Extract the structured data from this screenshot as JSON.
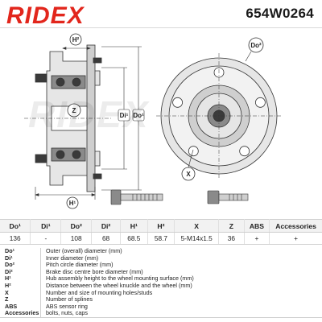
{
  "header": {
    "brand": "RIDEX",
    "part_number": "654W0264"
  },
  "drawing": {
    "labels": {
      "h2": "H²",
      "do1_side": "Do¹",
      "di1": "Di¹",
      "z": "Z",
      "h1": "H¹",
      "do2": "Do²",
      "x": "X"
    }
  },
  "table": {
    "headers": [
      "Do¹",
      "Di¹",
      "Do²",
      "Di²",
      "H¹",
      "H²",
      "X",
      "Z",
      "ABS",
      "Accessories"
    ],
    "values": [
      "136",
      "-",
      "108",
      "68",
      "68.5",
      "58.7",
      "5-M14x1.5",
      "36",
      "+",
      "+"
    ]
  },
  "legend": [
    {
      "key": "Do¹",
      "desc": "Outer (overall) diameter (mm)"
    },
    {
      "key": "Di¹",
      "desc": "Inner diameter (mm)"
    },
    {
      "key": "Do²",
      "desc": "Pitch circle diameter (mm)"
    },
    {
      "key": "Di²",
      "desc": "Brake disc centre bore diameter (mm)"
    },
    {
      "key": "H¹",
      "desc": "Hub assembly height to the wheel mounting surface (mm)"
    },
    {
      "key": "H²",
      "desc": "Distance between the wheel knuckle and the wheel (mm)"
    },
    {
      "key": "X",
      "desc": "Number and size of mounting holes/studs"
    },
    {
      "key": "Z",
      "desc": "Number of splines"
    },
    {
      "key": "ABS",
      "desc": "ABS sensor ring"
    },
    {
      "key": "Accessories",
      "desc": "bolts, nuts, caps"
    }
  ],
  "colors": {
    "brand_red": "#e2261c",
    "line": "#333333",
    "fill_dark": "#3a3a3a",
    "fill_mid": "#8a8a8a",
    "fill_light": "#e6e6e6"
  }
}
